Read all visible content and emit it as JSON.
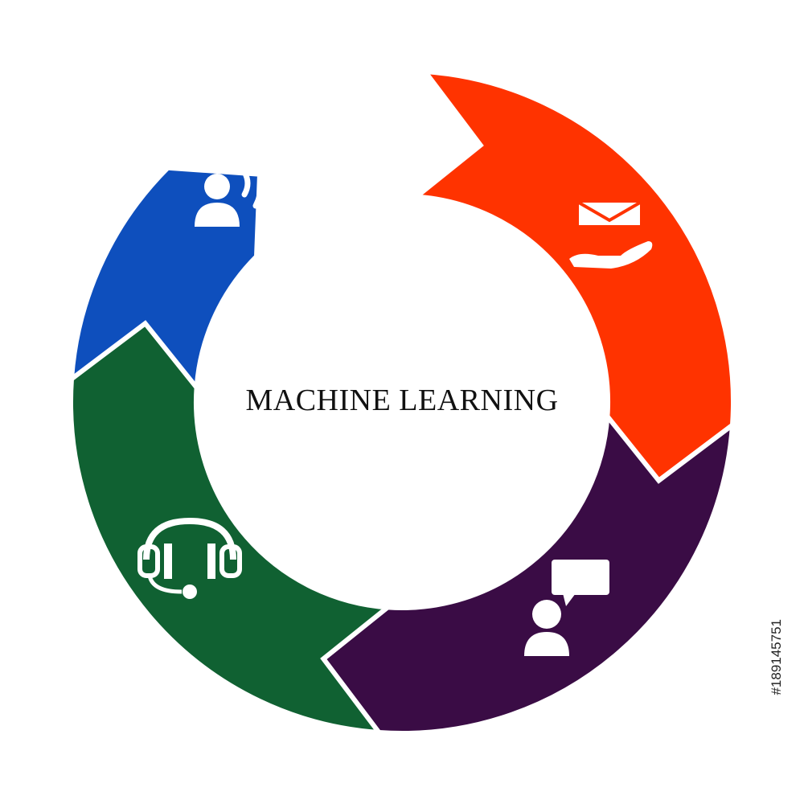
{
  "title": "MACHINE LEARNING",
  "stock_id": "#189145751",
  "segments": [
    {
      "name": "blue",
      "color": "#0e4fbd",
      "icon": "person-speaking-icon"
    },
    {
      "name": "red",
      "color": "#ff3300",
      "icon": "hand-envelope-icon"
    },
    {
      "name": "purple",
      "color": "#3a0c45",
      "icon": "person-chat-bubble-icon"
    },
    {
      "name": "green",
      "color": "#106132",
      "icon": "headset-icon"
    }
  ]
}
